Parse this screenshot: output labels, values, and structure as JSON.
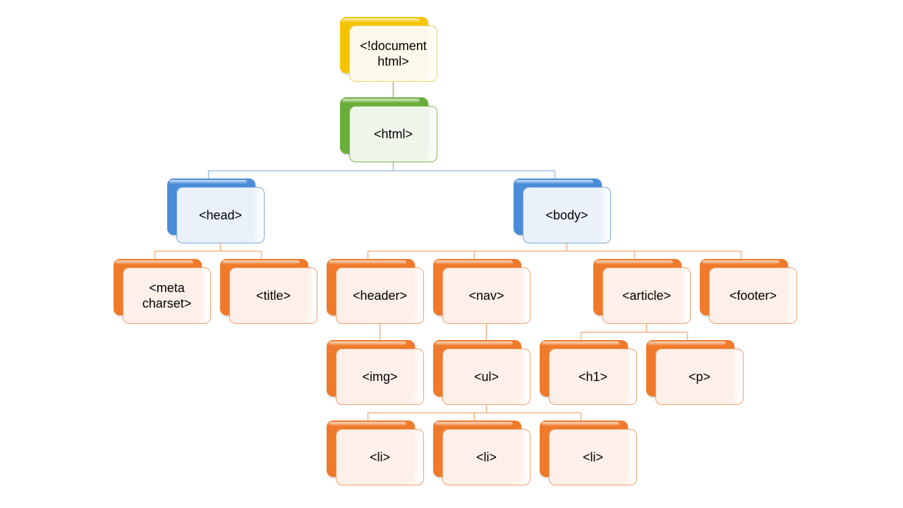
{
  "colors": {
    "yellow": {
      "back": "#f5c400",
      "border": "#f0d060",
      "fill": "#fdf9ea",
      "line": "#9cc07a"
    },
    "green": {
      "back": "#6aad3a",
      "border": "#7cb84c",
      "fill": "#eef6e9",
      "line": "#9ec4e4"
    },
    "blue": {
      "back": "#4a8cd8",
      "border": "#7aa8d8",
      "fill": "#eaf1fb",
      "line": "#f2b68a"
    },
    "orange": {
      "back": "#ef7a2b",
      "border": "#f0a070",
      "fill": "#fdf0e8",
      "line": "#f2b68a"
    }
  },
  "nodes": {
    "doctype": {
      "label": "<!document\nhtml>",
      "color": "yellow"
    },
    "html": {
      "label": "<html>",
      "color": "green"
    },
    "head": {
      "label": "<head>",
      "color": "blue"
    },
    "body": {
      "label": "<body>",
      "color": "blue"
    },
    "meta": {
      "label": "<meta\ncharset>",
      "color": "orange"
    },
    "title": {
      "label": "<title>",
      "color": "orange"
    },
    "header": {
      "label": "<header>",
      "color": "orange"
    },
    "nav": {
      "label": "<nav>",
      "color": "orange"
    },
    "article": {
      "label": "<article>",
      "color": "orange"
    },
    "footer": {
      "label": "<footer>",
      "color": "orange"
    },
    "img": {
      "label": "<img>",
      "color": "orange"
    },
    "ul": {
      "label": "<ul>",
      "color": "orange"
    },
    "h1": {
      "label": "<h1>",
      "color": "orange"
    },
    "p": {
      "label": "<p>",
      "color": "orange"
    },
    "li1": {
      "label": "<li>",
      "color": "orange"
    },
    "li2": {
      "label": "<li>",
      "color": "orange"
    },
    "li3": {
      "label": "<li>",
      "color": "orange"
    }
  },
  "edges": [
    [
      "doctype",
      "html"
    ],
    [
      "html",
      "head"
    ],
    [
      "html",
      "body"
    ],
    [
      "head",
      "meta"
    ],
    [
      "head",
      "title"
    ],
    [
      "body",
      "header"
    ],
    [
      "body",
      "nav"
    ],
    [
      "body",
      "article"
    ],
    [
      "body",
      "footer"
    ],
    [
      "header",
      "img"
    ],
    [
      "nav",
      "ul"
    ],
    [
      "article",
      "h1"
    ],
    [
      "article",
      "p"
    ],
    [
      "ul",
      "li1"
    ],
    [
      "ul",
      "li2"
    ],
    [
      "ul",
      "li3"
    ]
  ]
}
